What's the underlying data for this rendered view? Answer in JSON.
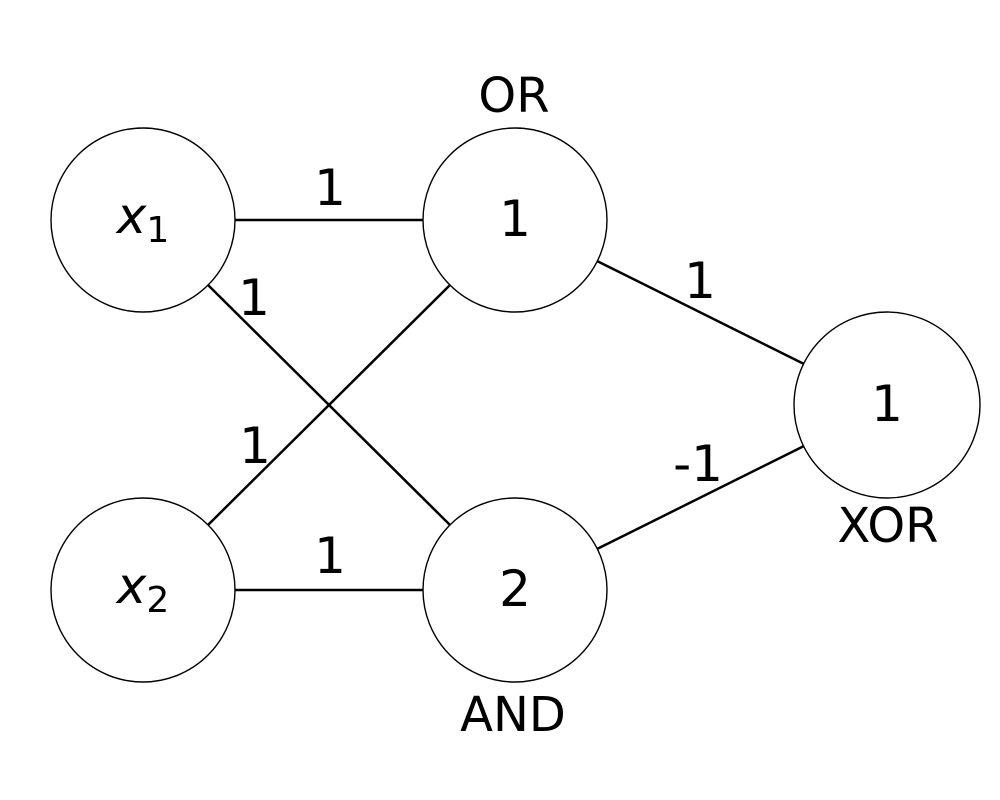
{
  "diagram": {
    "kind": "neural-network-xor",
    "background_color": "#ffffff",
    "line_color": "#000000",
    "nodes": {
      "x1": {
        "label": "x",
        "subscript": "1"
      },
      "x2": {
        "label": "x",
        "subscript": "2"
      },
      "or": {
        "value": "1",
        "gate": "OR"
      },
      "and": {
        "value": "2",
        "gate": "AND"
      },
      "xor": {
        "value": "1",
        "gate": "XOR"
      }
    },
    "edges": {
      "x1_or": {
        "weight": "1"
      },
      "x1_and": {
        "weight": "1"
      },
      "x2_or": {
        "weight": "1"
      },
      "x2_and": {
        "weight": "1"
      },
      "or_xor": {
        "weight": "1"
      },
      "and_xor": {
        "weight": "-1"
      }
    }
  }
}
